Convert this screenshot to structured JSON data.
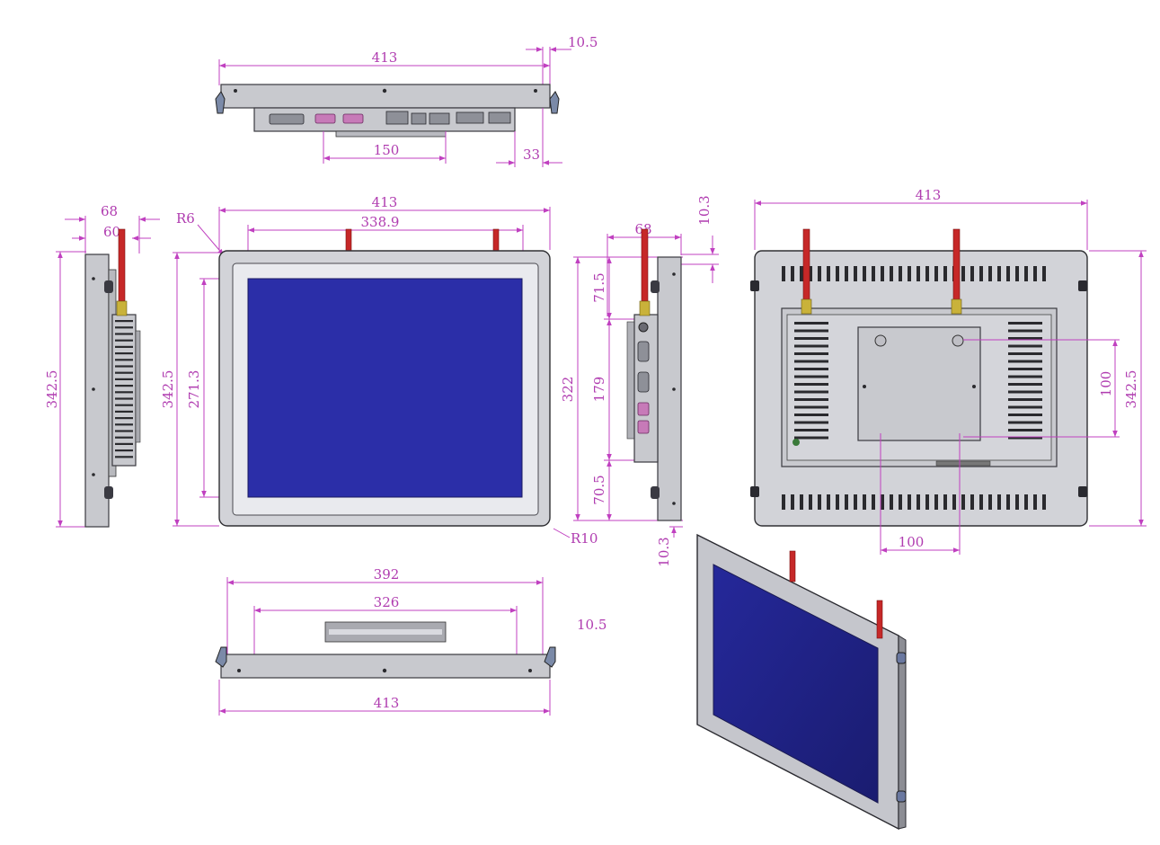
{
  "dimensions": {
    "top_width": "413",
    "top_margin": "10.5",
    "top_bracket": "150",
    "top_depth": "33",
    "side_total_depth": "68",
    "side_body_depth": "60",
    "side_height": "342.5",
    "front_width": "413",
    "front_inner_width": "338.9",
    "front_corner_radius": "R6",
    "front_height": "342.5",
    "front_screen_height": "271.3",
    "front_outer_radius": "R10",
    "right_depth": "68",
    "right_margin_top": "10.3",
    "right_offset_top": "71.5",
    "right_mid": "179",
    "right_offset_bottom": "70.5",
    "right_total": "322",
    "right_margin_bottom": "10.3",
    "back_width": "413",
    "back_vesa": "100",
    "back_vesa_v": "100",
    "back_height": "342.5",
    "bottom_inner": "392",
    "bottom_bracket": "326",
    "bottom_margin": "10.5",
    "bottom_width": "413"
  },
  "colors": {
    "dimension": "#c040c0",
    "screen": "#2b2ea8",
    "bezel": "#d2d3d8",
    "antenna": "#c62828"
  }
}
